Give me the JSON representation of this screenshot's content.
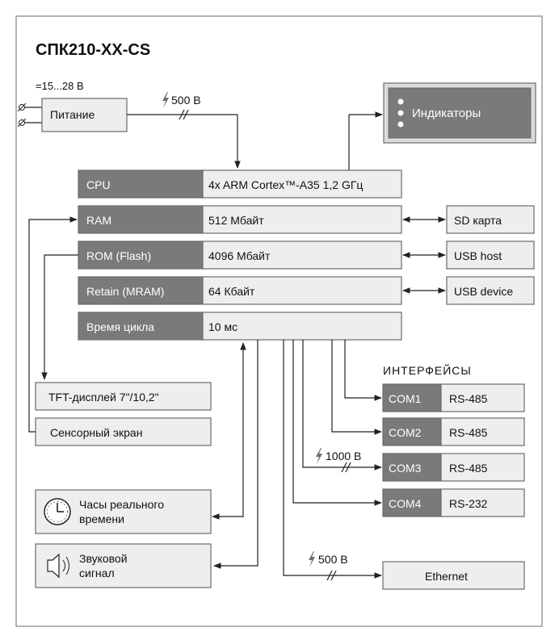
{
  "title": "СПК210-XX-CS",
  "power": {
    "voltage": "=15...28 В",
    "label": "Питание",
    "isolation": "500 В"
  },
  "indicators": {
    "label": "Индикаторы"
  },
  "cpu_rows": [
    {
      "name": "CPU",
      "value": "4x ARM Cortex™-A35 1,2 GГц"
    },
    {
      "name": "RAM",
      "value": "512 Мбайт"
    },
    {
      "name": "ROM (Flash)",
      "value": "4096 Мбайт"
    },
    {
      "name": "Retain (MRAM)",
      "value": "64 Кбайт"
    },
    {
      "name": "Время цикла",
      "value": "10 мс"
    }
  ],
  "peripherals": {
    "sd": "SD карта",
    "usb_host": "USB host",
    "usb_device": "USB device"
  },
  "display": {
    "tft": "TFT-дисплей 7\"/10,2\"",
    "touch": "Сенсорный экран"
  },
  "clock": {
    "line1": "Часы реального",
    "line2": "времени"
  },
  "sound": {
    "line1": "Звуковой",
    "line2": "сигнал"
  },
  "interfaces": {
    "title": "ИНТЕРФЕЙСЫ",
    "ports": [
      {
        "name": "COM1",
        "type": "RS-485"
      },
      {
        "name": "COM2",
        "type": "RS-485"
      },
      {
        "name": "COM3",
        "type": "RS-485"
      },
      {
        "name": "COM4",
        "type": "RS-232"
      }
    ],
    "com3_isolation": "1000 В"
  },
  "ethernet": {
    "label": "Ethernet",
    "isolation": "500 В"
  },
  "colors": {
    "dark_fill": "#7a7a7a",
    "light_fill": "#eeeeee",
    "border": "#6b6b6b"
  }
}
